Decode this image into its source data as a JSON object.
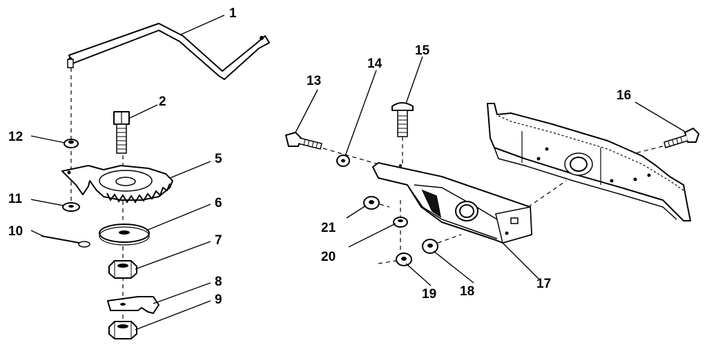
{
  "diagram": {
    "callouts": [
      "1",
      "2",
      "5",
      "6",
      "7",
      "8",
      "9",
      "10",
      "11",
      "12",
      "13",
      "14",
      "15",
      "16",
      "17",
      "18",
      "19",
      "20",
      "21"
    ]
  }
}
